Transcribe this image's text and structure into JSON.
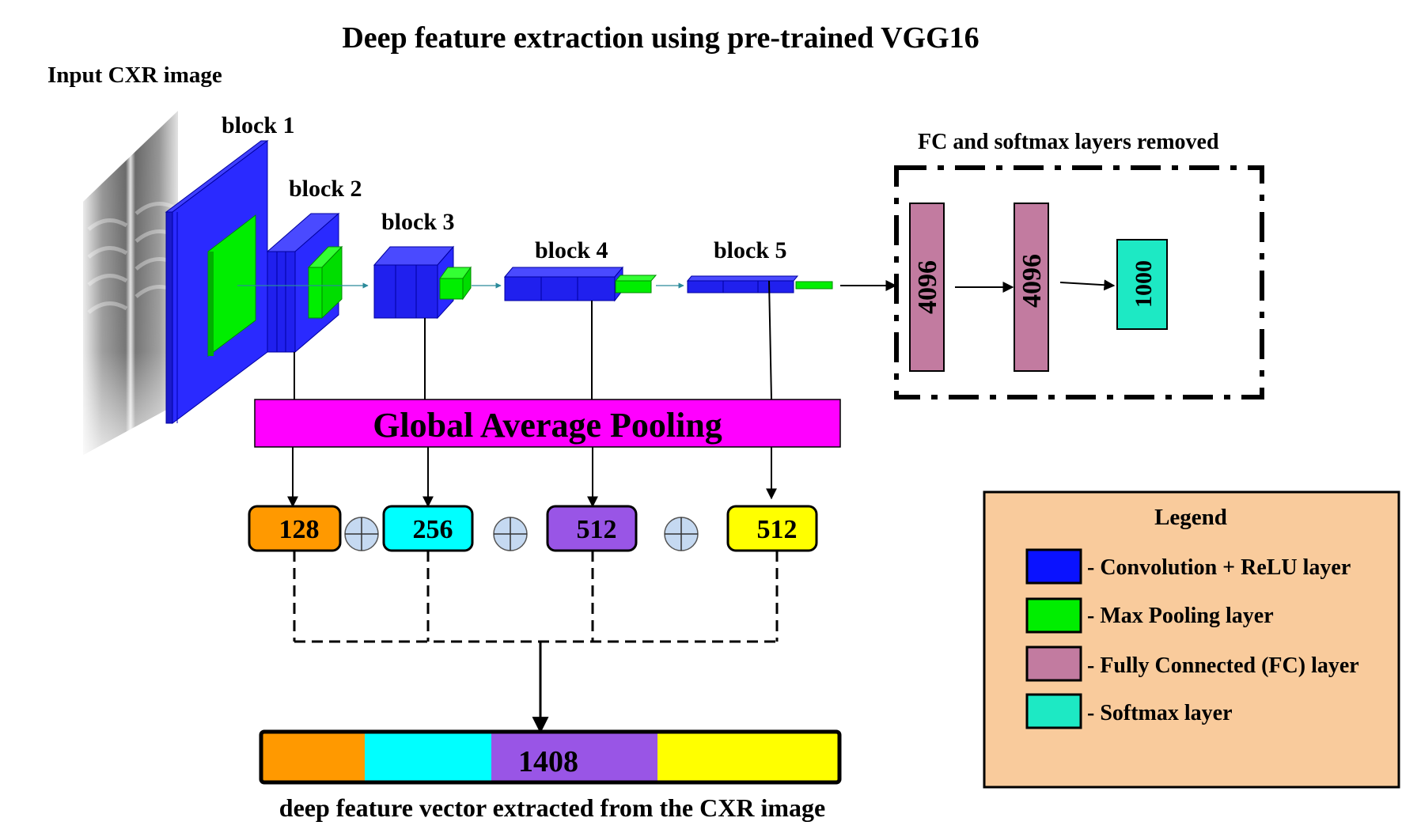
{
  "title": "Deep feature extraction using pre-trained VGG16",
  "input_label": "Input CXR image",
  "blocks": [
    {
      "label": "block 1"
    },
    {
      "label": "block 2"
    },
    {
      "label": "block 3"
    },
    {
      "label": "block 4"
    },
    {
      "label": "block 5"
    }
  ],
  "removed_label": "FC and softmax layers removed",
  "fc_layers": [
    {
      "label": "4096",
      "color": "#c27ba0"
    },
    {
      "label": "4096",
      "color": "#c27ba0"
    },
    {
      "label": "1000",
      "color": "#1de9c4"
    }
  ],
  "gap_label": "Global Average Pooling",
  "features": [
    {
      "label": "128",
      "color": "#ff9900"
    },
    {
      "label": "256",
      "color": "#00ffff"
    },
    {
      "label": "512",
      "color": "#9955e6"
    },
    {
      "label": "512",
      "color": "#ffff00"
    }
  ],
  "vector": {
    "label": "1408",
    "caption": "deep feature vector extracted from the CXR image"
  },
  "legend": {
    "title": "Legend",
    "items": [
      {
        "label": "- Convolution + ReLU layer",
        "color": "#0a12ff"
      },
      {
        "label": "- Max Pooling layer",
        "color": "#00ee00"
      },
      {
        "label": "- Fully Connected (FC) layer",
        "color": "#c27ba0"
      },
      {
        "label": "- Softmax layer",
        "color": "#1de9c4"
      }
    ],
    "background": "#f9cb9c"
  },
  "colors": {
    "conv": "#1f1fff",
    "conv_dark": "#0a0ad0",
    "pool": "#00ee00",
    "gap": "#ff00ff"
  }
}
